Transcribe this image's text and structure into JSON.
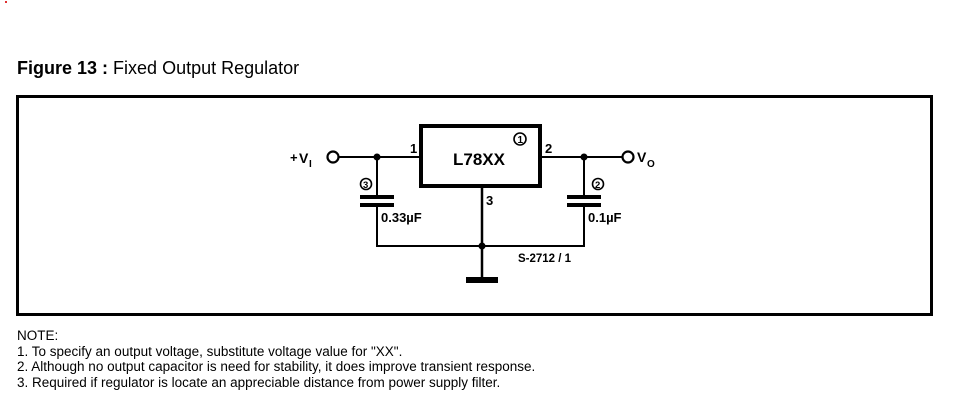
{
  "figure": {
    "number_label": "Figure 13 :",
    "title": "Fixed Output Regulator"
  },
  "schematic": {
    "regulator": {
      "label": "L78XX",
      "note_ref": "1"
    },
    "pins": {
      "input": "1",
      "output": "2",
      "ground": "3"
    },
    "input_terminal": {
      "sign": "+",
      "label": "V",
      "subscript": "I"
    },
    "output_terminal": {
      "label": "V",
      "subscript": "O"
    },
    "input_capacitor": {
      "value": "0.33µF",
      "note_ref": "3"
    },
    "output_capacitor": {
      "value": "0.1µF",
      "note_ref": "2"
    },
    "drawing_code": "S-2712 / 1"
  },
  "notes": {
    "heading": "NOTE:",
    "items": [
      "1. To specify an output voltage, substitute voltage value for \"XX\".",
      "2. Although no output capacitor is need for stability, it does improve transient response.",
      "3. Required if regulator is locate an appreciable distance from power supply filter."
    ]
  }
}
